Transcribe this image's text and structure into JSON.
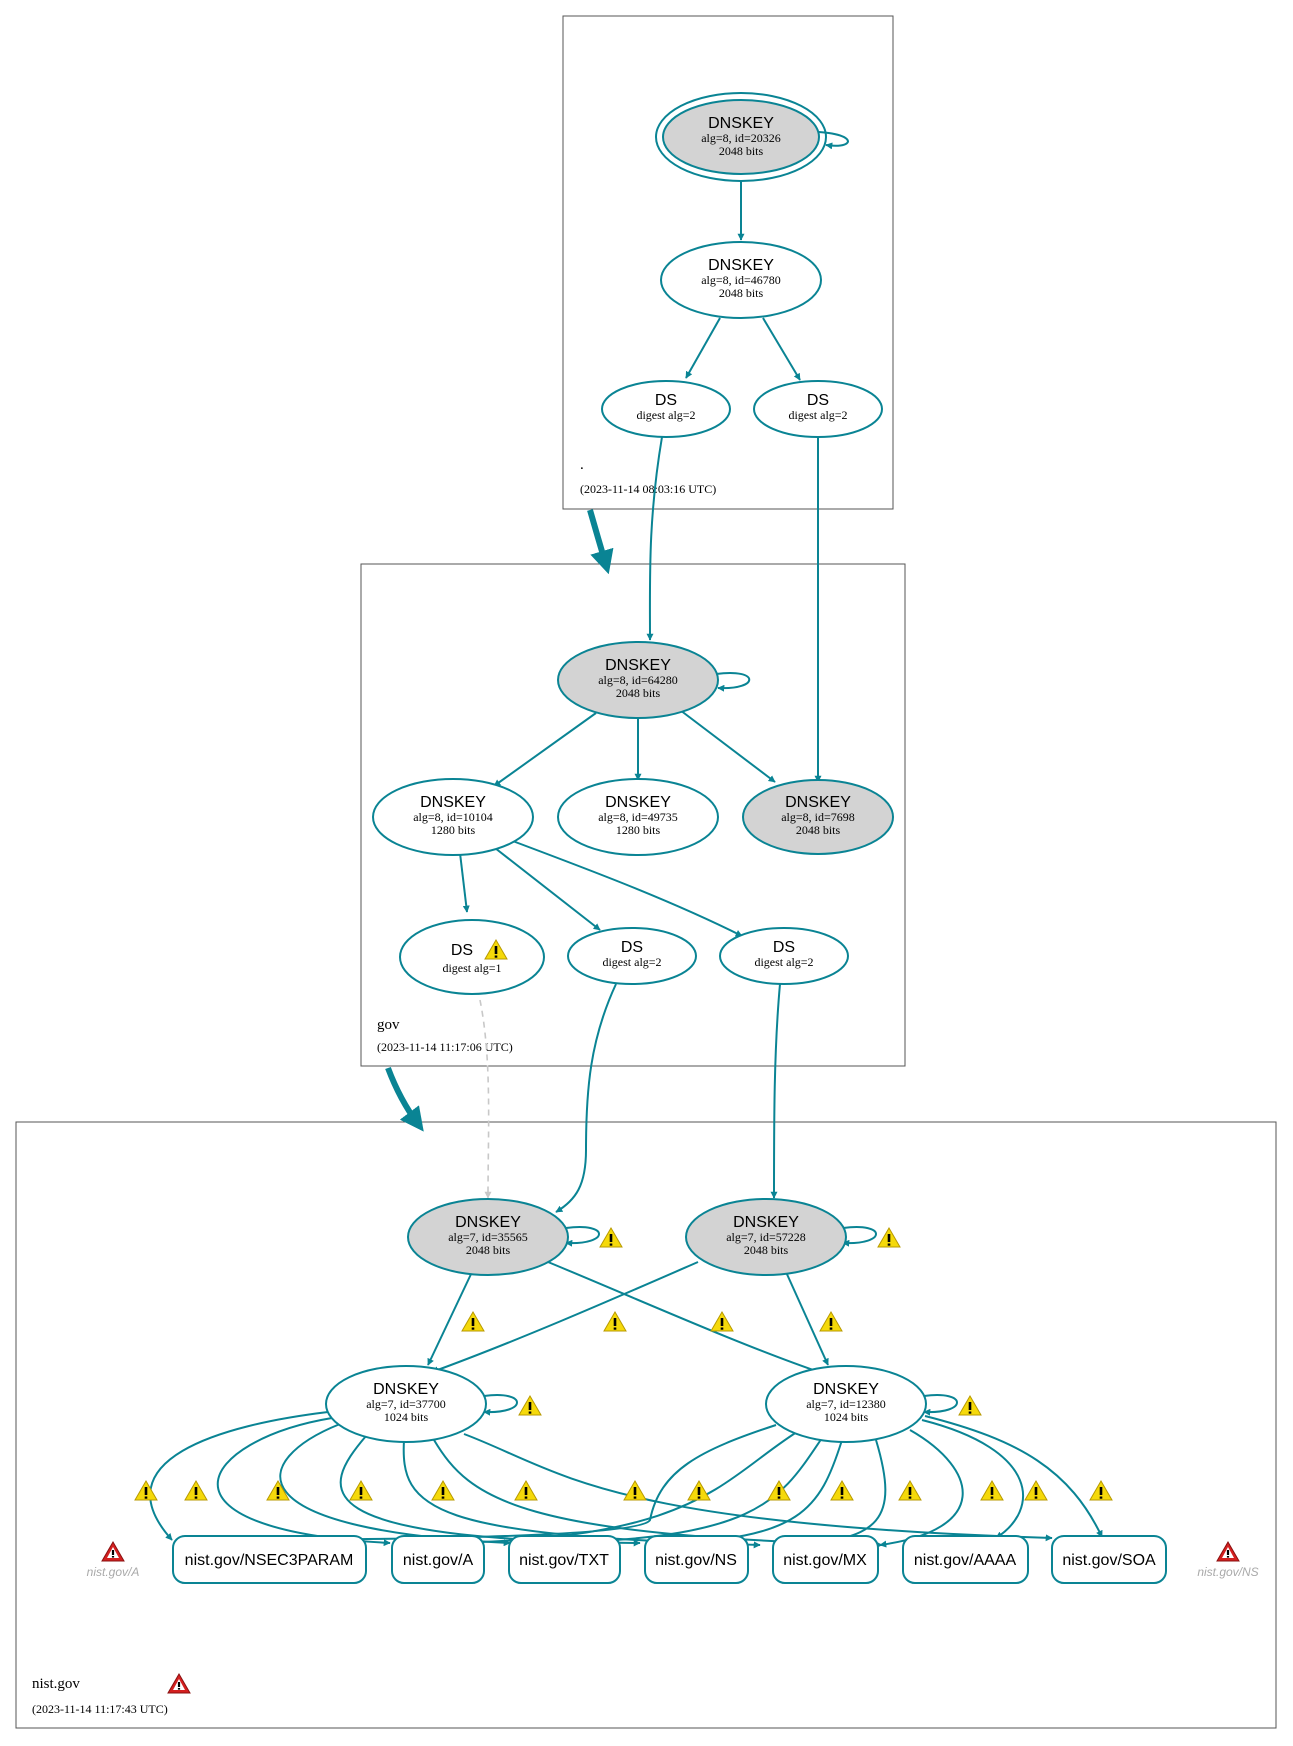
{
  "colors": {
    "edge": "#0a8494",
    "sep_fill": "#d3d3d3",
    "plain_fill": "#ffffff",
    "warning_fill": "#f5d90a",
    "error_fill": "#d42020",
    "missing_text": "#a9a9a9"
  },
  "zones": {
    "root": {
      "name": ".",
      "timestamp": "(2023-11-14 08:03:16 UTC)"
    },
    "gov": {
      "name": "gov",
      "timestamp": "(2023-11-14 11:17:06 UTC)"
    },
    "nist": {
      "name": "nist.gov",
      "timestamp": "(2023-11-14 11:17:43 UTC)"
    }
  },
  "nodes": {
    "root_ksk": {
      "title": "DNSKEY",
      "line1": "alg=8, id=20326",
      "line2": "2048 bits",
      "style": "sep-trust-anchor"
    },
    "root_zsk": {
      "title": "DNSKEY",
      "line1": "alg=8, id=46780",
      "line2": "2048 bits",
      "style": "plain"
    },
    "root_ds1": {
      "title": "DS",
      "line1": "digest alg=2",
      "style": "plain"
    },
    "root_ds2": {
      "title": "DS",
      "line1": "digest alg=2",
      "style": "plain"
    },
    "gov_ksk1": {
      "title": "DNSKEY",
      "line1": "alg=8, id=64280",
      "line2": "2048 bits",
      "style": "sep"
    },
    "gov_zsk1": {
      "title": "DNSKEY",
      "line1": "alg=8, id=10104",
      "line2": "1280 bits",
      "style": "plain"
    },
    "gov_zsk2": {
      "title": "DNSKEY",
      "line1": "alg=8, id=49735",
      "line2": "1280 bits",
      "style": "plain"
    },
    "gov_ksk2": {
      "title": "DNSKEY",
      "line1": "alg=8, id=7698",
      "line2": "2048 bits",
      "style": "sep"
    },
    "gov_ds1": {
      "title": "DS",
      "line1": "digest alg=1",
      "style": "plain",
      "warning": true
    },
    "gov_ds2": {
      "title": "DS",
      "line1": "digest alg=2",
      "style": "plain"
    },
    "gov_ds3": {
      "title": "DS",
      "line1": "digest alg=2",
      "style": "plain"
    },
    "nist_ksk1": {
      "title": "DNSKEY",
      "line1": "alg=7, id=35565",
      "line2": "2048 bits",
      "style": "sep"
    },
    "nist_ksk2": {
      "title": "DNSKEY",
      "line1": "alg=7, id=57228",
      "line2": "2048 bits",
      "style": "sep"
    },
    "nist_zsk1": {
      "title": "DNSKEY",
      "line1": "alg=7, id=37700",
      "line2": "1024 bits",
      "style": "plain"
    },
    "nist_zsk2": {
      "title": "DNSKEY",
      "line1": "alg=7, id=12380",
      "line2": "1024 bits",
      "style": "plain"
    }
  },
  "rrsets": [
    "nist.gov/NSEC3PARAM",
    "nist.gov/A",
    "nist.gov/TXT",
    "nist.gov/NS",
    "nist.gov/MX",
    "nist.gov/AAAA",
    "nist.gov/SOA"
  ],
  "missing": {
    "left": "nist.gov/A",
    "right": "nist.gov/NS"
  },
  "icons": {
    "warning": "warning-icon",
    "error": "error-icon"
  }
}
